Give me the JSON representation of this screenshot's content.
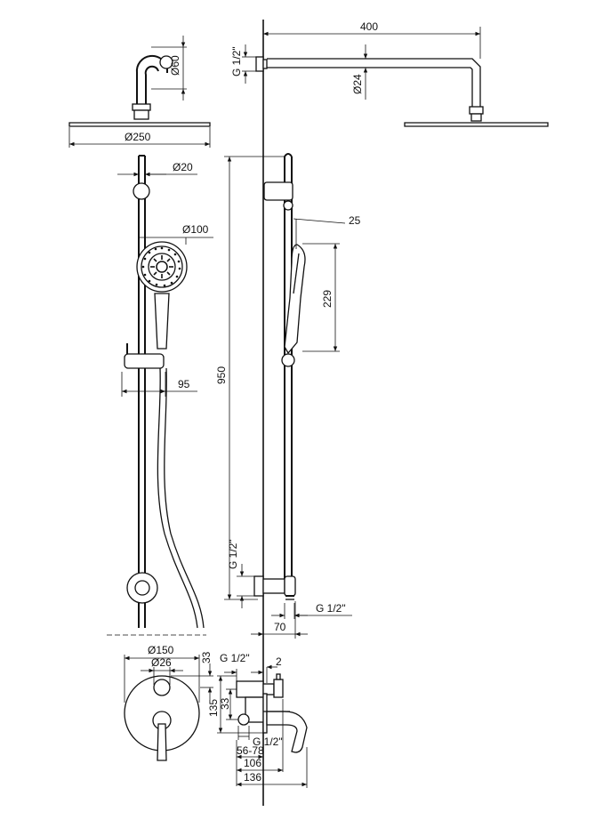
{
  "dimensions": {
    "head_arm_diameter": "Ø60",
    "head_diameter": "Ø250",
    "rail_diameter": "Ø20",
    "hand_shower_diameter": "Ø100",
    "holder_offset": "95",
    "arm_length": "400",
    "arm_tube_diameter": "Ø24",
    "arm_connection": "G 1/2\"",
    "hand_angle": "25",
    "hand_length": "229",
    "rail_height": "950",
    "outlet_connection_side": "G 1/2\"",
    "outlet_connection_bottom": "G 1/2\"",
    "outlet_depth": "70",
    "plate_diameter": "Ø150",
    "knob_diameter": "Ø26",
    "knob_offset": "33",
    "mixer_connection_top": "G 1/2\"",
    "mixer_gap": "2",
    "mixer_height": "135",
    "mixer_offset": "33",
    "mixer_connection_bottom": "G 1/2\"",
    "mixer_depth_range": "56-78",
    "mixer_depth_1": "106",
    "mixer_depth_2": "136"
  }
}
